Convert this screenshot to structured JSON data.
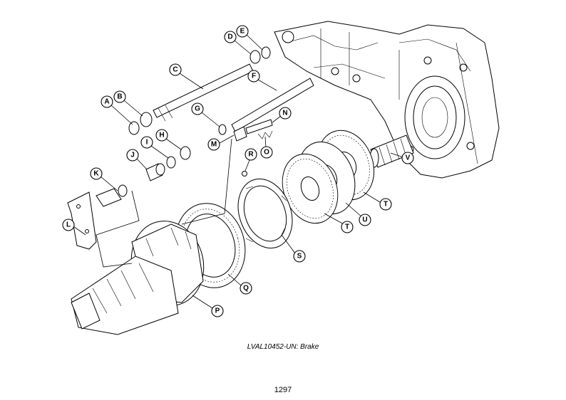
{
  "caption": "LVAL10452-UN: Brake",
  "page_number": "1297",
  "callouts": [
    "A",
    "B",
    "C",
    "D",
    "E",
    "F",
    "G",
    "H",
    "I",
    "J",
    "K",
    "L",
    "M",
    "N",
    "O",
    "P",
    "Q",
    "R",
    "S",
    "T",
    "T",
    "U",
    "T",
    "V"
  ]
}
